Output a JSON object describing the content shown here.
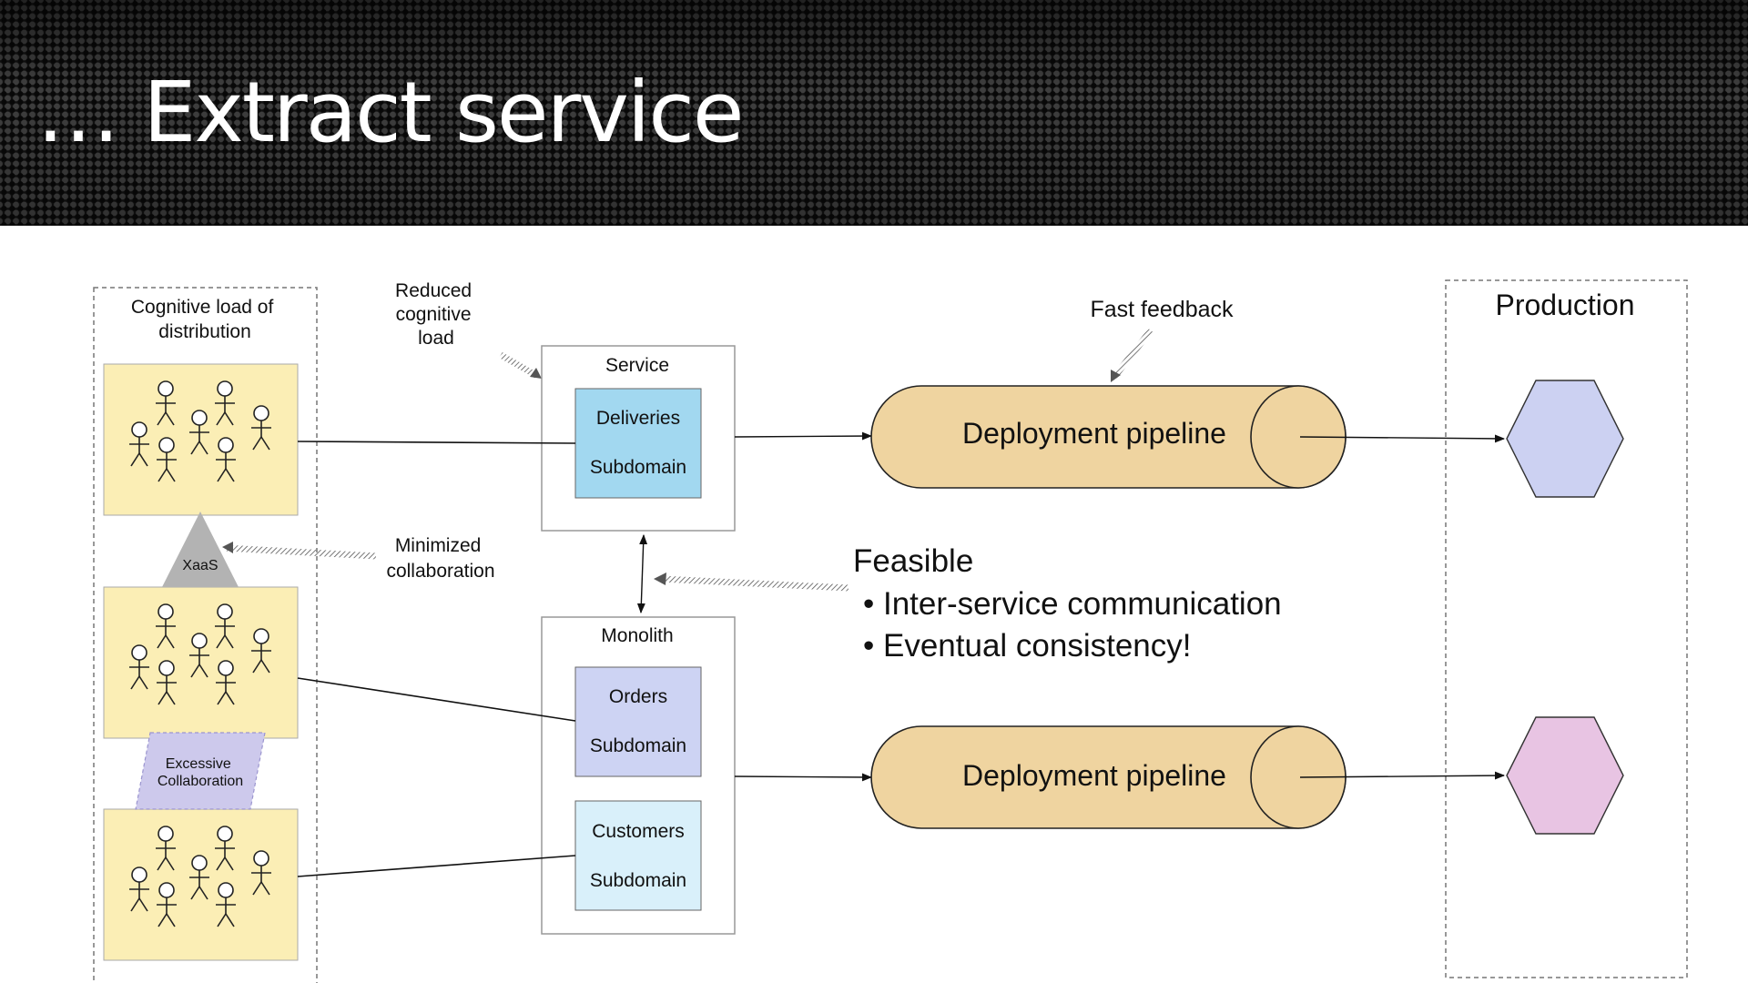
{
  "title": "… Extract service",
  "labels": {
    "cognitive_load_line1": "Cognitive load of",
    "cognitive_load_line2": "distribution",
    "reduced_line1": "Reduced",
    "reduced_line2": "cognitive",
    "reduced_line3": "load",
    "minimized_line1": "Minimized",
    "minimized_line2": "collaboration",
    "fast_feedback": "Fast feedback",
    "production": "Production",
    "xaas": "XaaS",
    "excessive_line1": "Excessive",
    "excessive_line2": "Collaboration"
  },
  "service": {
    "title": "Service",
    "subdomain_name": "Deliveries",
    "subdomain_label": "Subdomain"
  },
  "monolith": {
    "title": "Monolith",
    "subdomains": [
      {
        "name": "Orders",
        "label": "Subdomain"
      },
      {
        "name": "Customers",
        "label": "Subdomain"
      }
    ]
  },
  "pipelines": [
    "Deployment pipeline",
    "Deployment pipeline"
  ],
  "feasible": {
    "heading": "Feasible",
    "bullets": [
      "Inter-service communication",
      "Eventual consistency!"
    ]
  },
  "colors": {
    "team_box": "#fbeeb5",
    "xaas_triangle": "#b3b3b3",
    "excessive_parallelogram": "#cdc9ec",
    "deliveries": "#a2d8f0",
    "orders": "#cdd3f3",
    "customers": "#d9f0fa",
    "pipeline": "#efd4a0",
    "hexagon_service": "#ccd1f2",
    "hexagon_monolith": "#e8c4e3"
  }
}
